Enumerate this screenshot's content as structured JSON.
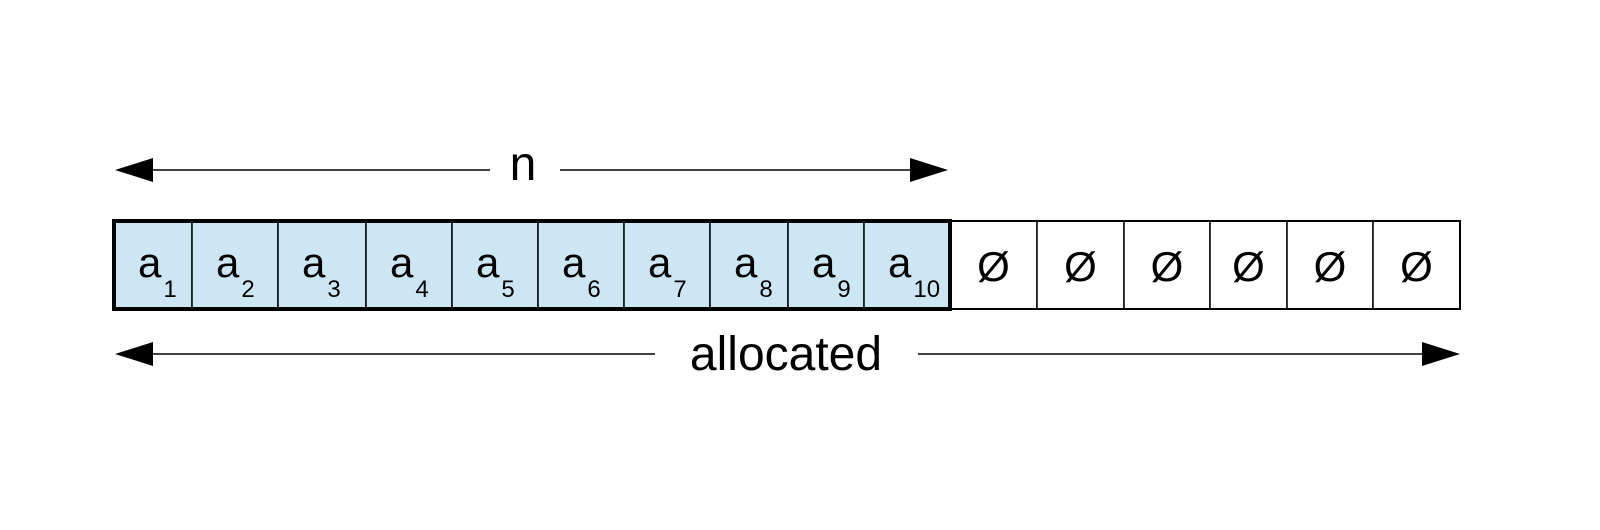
{
  "n_label": "n",
  "allocated_label": "allocated",
  "filled_cells": [
    {
      "base": "a",
      "sub": "1"
    },
    {
      "base": "a",
      "sub": "2"
    },
    {
      "base": "a",
      "sub": "3"
    },
    {
      "base": "a",
      "sub": "4"
    },
    {
      "base": "a",
      "sub": "5"
    },
    {
      "base": "a",
      "sub": "6"
    },
    {
      "base": "a",
      "sub": "7"
    },
    {
      "base": "a",
      "sub": "8"
    },
    {
      "base": "a",
      "sub": "9"
    },
    {
      "base": "a",
      "sub": "10"
    }
  ],
  "empty_cells": [
    "Ø",
    "Ø",
    "Ø",
    "Ø",
    "Ø",
    "Ø"
  ],
  "colors": {
    "filled": "#cde6f4",
    "empty": "#ffffff",
    "stroke": "#000000"
  }
}
